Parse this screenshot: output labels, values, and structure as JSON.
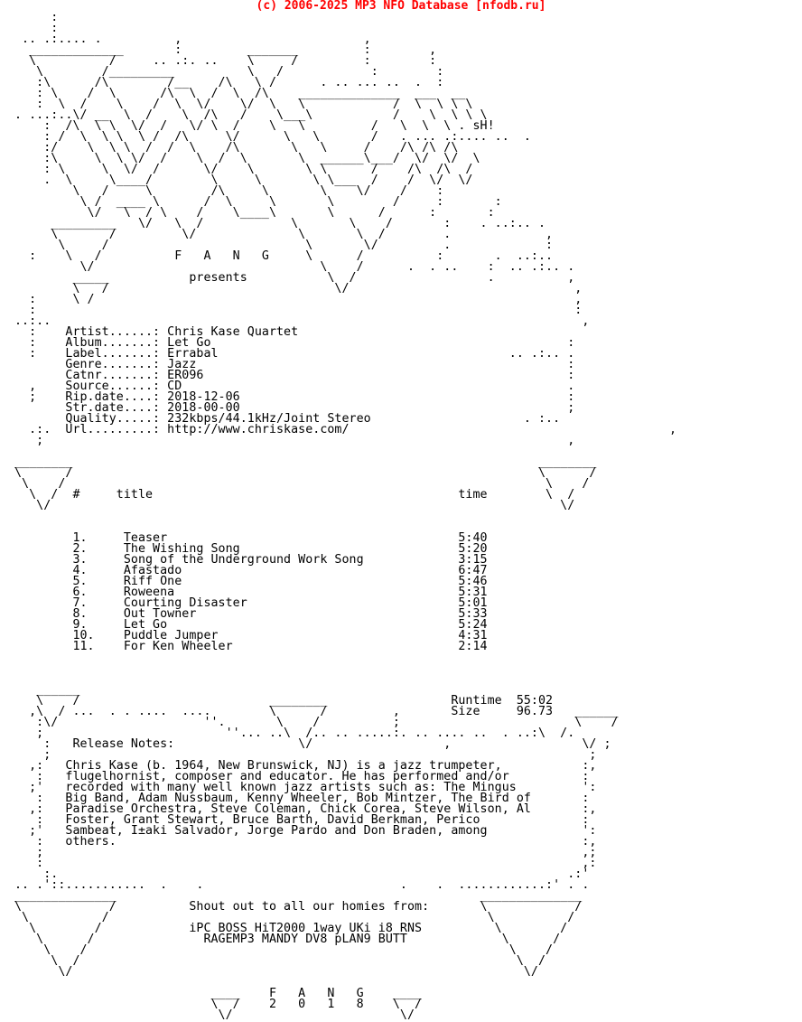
{
  "header": {
    "copyright": "(c) 2006-2025 MP3 NFO Database [nfodb.ru]",
    "color": "#ff0000"
  },
  "nfo": {
    "lines": [
      "     :",
      "     :",
      " .. .:.... .          ,                         ,",
      "  _____________       :         _______         :        ,",
      "  \\          /     .. .:. ..    \\     /         :        :",
      "   \\        /_________          \\   /            :        :",
      "   :\\      /\\        /__    /\\   \\ /      . .. ... ..  .  :",
      "   : \\    /  \\      /\\  \\  /  \\  /\\    ______________  ___  __",
      "   :  \\  /    \\    /  \\  \\/    \\/  \\   \\            /  \\  \\ \\ \\",
      ". ...:..\\/ __  \\  /    \\  /\\   /    \\___\\           /    \\  \\ \\ \\",
      "    :  /\\  \\ \\  \\/  /   \\/ \\  /    \\   \\         /   \\  \\  \\ . sH!",
      "    : /  \\  \\ \\  \\ /  /\\     \\/      \\   \\       /   . ... .:.... ..  .",
      "    :/    \\  \\ \\  /  /  \\    /\\       \\   \\     /    /\\ /\\ /\\",
      "    :\\     \\  \\ \\/  /    \\  /  \\       \\  ______\\___/  \\/  \\/  \\",
      "    : \\     \\  \\/  /      \\/    \\       \\ \\      /    /\\  /\\  /",
      "    .  \\     \\____/        \\     \\       \\ \\___  /    /  \\/  \\/",
      "        \\   /     \\        /\\     \\       \\    \\/    /    :",
      "         \\ /  ____ \\      /  \\     \\       \\        /     :       :",
      "          \\/   \\  / \\    /    \\____\\       \\      /      :       :",
      "     _________   \\/   \\  /            \\       \\    /       :    . ..:.. .",
      "     \\       /         \\/              \\       \\  /        .             ,",
      "      \\     /                           \\       \\/         .             :",
      "  :    \\   /          F   A   N   G     \\      /          :       .  ..:..",
      "         \\/                               \\    /      .  . ..    :  .. .:.. .",
      "        _____           presents           \\  /                  .          ,",
      "        \\   /                               \\/                               ,",
      "  :     \\ /                                                                  ,",
      "  :                                                                          :",
      "..:..                                                                         ,",
      "  :    Artist......: Chris Kase Quartet",
      "  :    Album.......: Let Go                                                 :",
      "  :    Label.......: Errabal                                        .. .:.. .",
      "       Genre.......: Jazz                                                   :",
      "       Catnr.......: ER096                                                  :",
      "  ,    Source......: CD                                                     .",
      "  ;    Rip.date....: 2018-12-06                                             :",
      "       Str.date....: 2018-00-00                                             ;",
      "       Quality.....: 232kbps/44.1kHz/Joint Stereo                     . :..",
      "  .:.  Url.........: http://www.chriskase.com/                                            ,",
      "   ;                                                                        ,",
      "",
      "________                                                                ________",
      "\\      /                                                                \\      /",
      " \\    /                                                                  \\    /",
      "  \\  /  #     title                                          time        \\  /",
      "   \\/                                                                      \\/",
      "",
      "",
      "        1.     Teaser                                        5:40",
      "        2.     The Wishing Song                              5:20",
      "        3.     Song of the Underground Work Song             3:15",
      "        4.     Afastado                                      6:47",
      "        5.     Riff One                                      5:46",
      "        6.     Roweena                                       5:31",
      "        7.     Courting Disaster                             5:01",
      "        8.     Out Towner                                    5:33",
      "        9.     Let Go                                        5:24",
      "        10.    Puddle Jumper                                 4:31",
      "        11.    For Ken Wheeler                               2:14",
      "",
      "",
      "",
      "   ______",
      "   \\    /                          ________                 Runtime  55:02",
      "  ,\\  / ...  . . ....  ....        \\      /         ,       Size     96.73   ______",
      "   :\\/                    ''.       \\    /          ;                        \\    /",
      "   ;                         ''... ..\\  /.. .. .....:. .. .... ..  . ..:\\  /.",
      "    :   Release Notes:                 \\/                  ,                  \\/ ;",
      "    ;                                                                          ;",
      "  ,:   Chris Kase (b. 1964, New Brunswick, NJ) is a jazz trumpeter,           :,",
      "   :   flugelhornist, composer and educator. He has performed and/or          :",
      "  ;'   recorded with many well known jazz artists such as: The Mingus         ':",
      "   :   Big Band, Adam Nussbaum, Kenny Wheeler, Bob Mintzer, The Bird of       :",
      "  ,:   Paradise Orchestra, Steve Coleman, Chick Corea, Steve Wilson, Al       :,",
      "   :   Foster, Grant Stewart, Bruce Barth, David Berkman, Perico              :",
      "  ;'   Sambeat, I±aki Salvador, Jorge Pardo and Don Braden, among             ':",
      "   :   others.                                                                :,",
      "   ;                                                                          ,;",
      "   :                                                                          ,:",
      "    :.                                                                      .:'",
      ".. .'::...........  .    .                           .    .  ............:' . .",
      "______________                                                  ______________",
      "\\            /          Shout out to all our homies from:       \\            /",
      " \\          /                                                    \\          /",
      "  \\        /            iPC BOSS HiT2000 1way UKi i8 RNS          \\        /",
      "   \\      /               RAGEMP3 MANDY DV8 pLAN9 BUTT             \\      /",
      "    \\    /                                                          \\    /",
      "     \\  /                                                            \\  /",
      "      \\/                                                              \\/",
      "",
      "                           ____    F   A   N   G    ____",
      "                           \\  /    2   0   1   8    \\  /",
      "                            \\/                       \\/"
    ]
  }
}
